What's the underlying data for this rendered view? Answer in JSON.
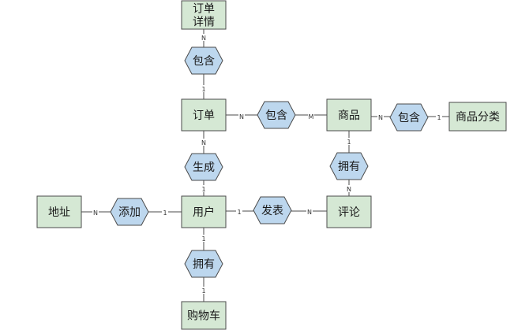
{
  "entities": [
    {
      "key": "order_detail",
      "lines": [
        "订单",
        "详情"
      ]
    },
    {
      "key": "order",
      "lines": [
        "订单"
      ]
    },
    {
      "key": "product",
      "lines": [
        "商品"
      ]
    },
    {
      "key": "category",
      "lines": [
        "商品分类"
      ]
    },
    {
      "key": "address",
      "lines": [
        "地址"
      ]
    },
    {
      "key": "user",
      "lines": [
        "用户"
      ]
    },
    {
      "key": "comment",
      "lines": [
        "评论"
      ]
    },
    {
      "key": "cart",
      "lines": [
        "购物车"
      ]
    }
  ],
  "relationships": [
    {
      "key": "order_contains",
      "label": "包含"
    },
    {
      "key": "order_product",
      "label": "包含"
    },
    {
      "key": "product_category",
      "label": "包含"
    },
    {
      "key": "product_has",
      "label": "拥有"
    },
    {
      "key": "generate",
      "label": "生成"
    },
    {
      "key": "add",
      "label": "添加"
    },
    {
      "key": "publish",
      "label": "发表"
    },
    {
      "key": "user_has",
      "label": "拥有"
    }
  ],
  "cardinalities": [
    {
      "key": "c1",
      "text": "N"
    },
    {
      "key": "c2",
      "text": "1"
    },
    {
      "key": "c3",
      "text": "N"
    },
    {
      "key": "c4",
      "text": "M"
    },
    {
      "key": "c5",
      "text": "N"
    },
    {
      "key": "c6",
      "text": "1"
    },
    {
      "key": "c7",
      "text": "1"
    },
    {
      "key": "c8",
      "text": "N"
    },
    {
      "key": "c9",
      "text": "N"
    },
    {
      "key": "c10",
      "text": "1"
    },
    {
      "key": "c11",
      "text": "N"
    },
    {
      "key": "c12",
      "text": "1"
    },
    {
      "key": "c13",
      "text": "1"
    },
    {
      "key": "c14",
      "text": "N"
    },
    {
      "key": "c15",
      "text": "1"
    },
    {
      "key": "c16",
      "text": "1"
    }
  ],
  "colors": {
    "entity_fill": "#d5e8d4",
    "relationship_fill": "#bdd7ee",
    "stroke": "#4b4b4b"
  }
}
